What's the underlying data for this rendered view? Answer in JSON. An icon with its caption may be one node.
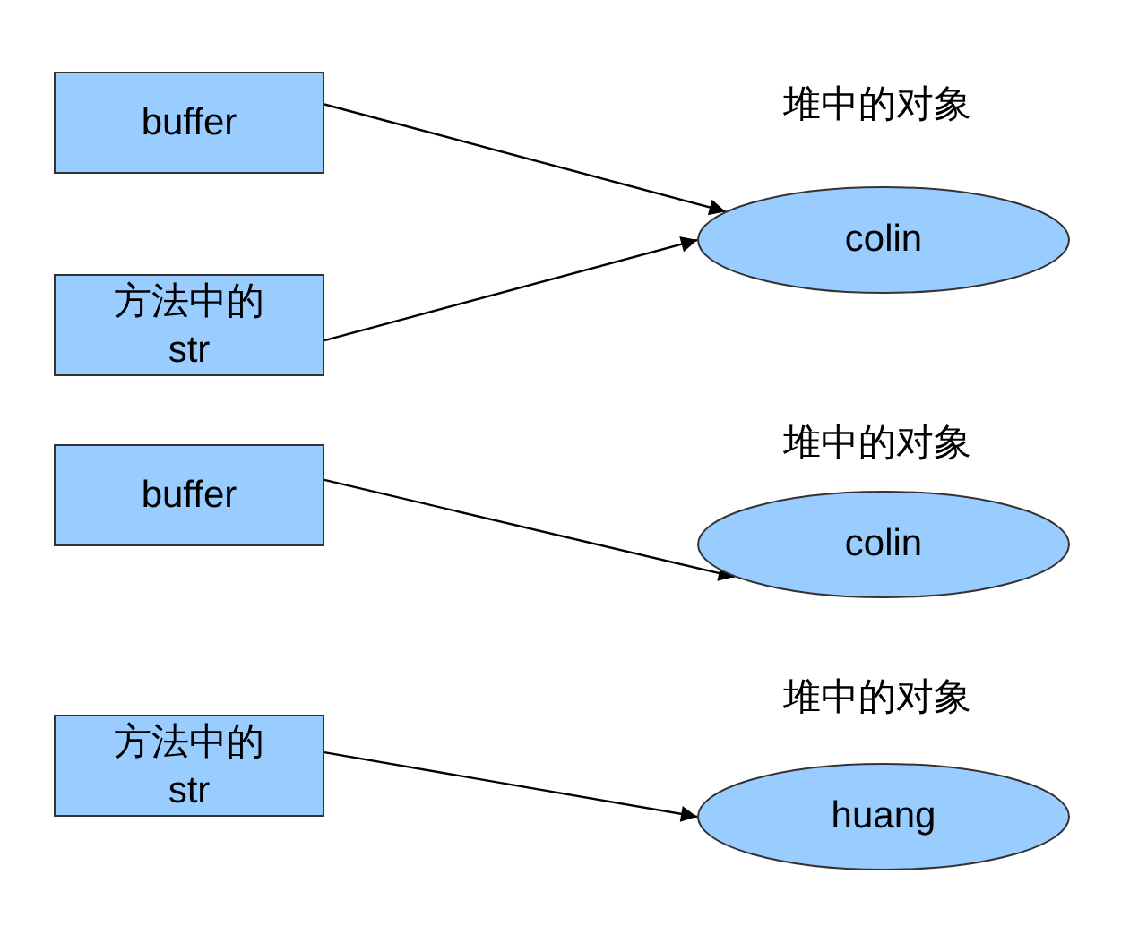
{
  "diagram": {
    "nodes": [
      {
        "text": [
          "buffer"
        ]
      },
      {
        "text": [
          "方法中的 str"
        ]
      },
      {
        "text": [
          "colin"
        ],
        "beside": [
          "堆中的对象"
        ]
      },
      {
        "text": [
          "buffer"
        ]
      },
      {
        "text": [
          "colin"
        ],
        "beside": [
          "堆中的对象"
        ]
      },
      {
        "text": [
          "方法中的 str"
        ]
      },
      {
        "text": [
          "huang"
        ],
        "beside": [
          "堆中的对象"
        ]
      }
    ],
    "edges": [
      {
        "from": 0,
        "to": 2,
        "arrow": "to"
      },
      {
        "from": 1,
        "to": 2,
        "arrow": "to"
      },
      {
        "from": 3,
        "to": 4,
        "arrow": "to"
      },
      {
        "from": 5,
        "to": 6,
        "arrow": "to"
      }
    ]
  }
}
